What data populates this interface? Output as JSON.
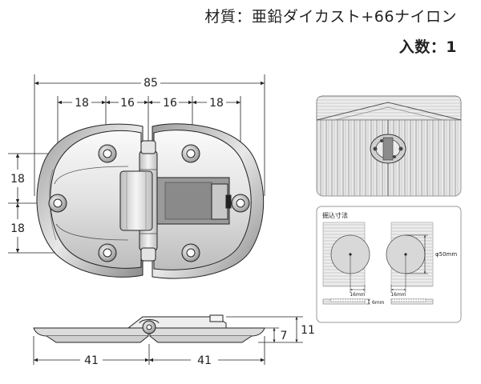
{
  "spec": {
    "material": "材質：亜鉛ダイカスト+66ナイロン",
    "quantity": "入数：1"
  },
  "front_view": {
    "dim_overall_width": "85",
    "dim_top_segments": [
      "18",
      "16",
      "16",
      "18"
    ],
    "dim_left_segments": [
      "18",
      "18"
    ]
  },
  "side_view": {
    "dim_bottom_segments": [
      "41",
      "41"
    ],
    "dim_height_small": "7",
    "dim_height_large": "11"
  },
  "install_photo": {},
  "boring_dims": {
    "title": "掘込寸法",
    "diameter": "φ50mm",
    "offset_left": "16mm",
    "offset_right": "16mm",
    "gap": "6mm"
  },
  "colors": {
    "line": "#222222",
    "metal_light": "#f4f4f4",
    "metal_mid": "#cfcfcf",
    "metal_dark": "#8a8a8a",
    "wood_light": "#ececec",
    "wood_dark": "#9a9a9a",
    "hole_fill": "#d8d8d8"
  }
}
